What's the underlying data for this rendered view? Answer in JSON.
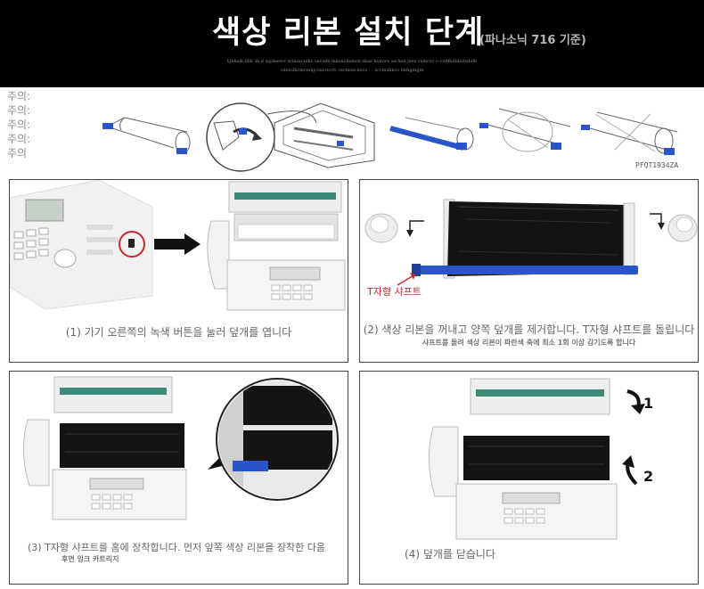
{
  "header": {
    "title": "색상 리본 설치 단계",
    "subtitle": "(파나소닉 716 기준)",
    "fine_line_1": "kjkkalk llllk sk d sajdeewz xcmsxcnlkc sacsdb mksnckxmck skae   kxmwx secksx   jxex cxmcsc o cvdfbdbbsbxbdb",
    "fine_line_2": "cdsxslkcmcmkjcoxicsccti cxcmsxcxoco , ,  xccmxkkco bbhgmgm"
  },
  "strip": {
    "notes": [
      "주의:",
      "주의:",
      "주의:",
      "주의:",
      "주의"
    ],
    "code": "PFQT1934ZA"
  },
  "panels": [
    {
      "caption": "(1) 기기 오른쪽의 녹색 버튼을 눌러 덮개를 엽니다"
    },
    {
      "caption": "(2) 색상 리본을 꺼내고 양쪽 덮개를 제거합니다. T자형 샤프트를 돌립니다",
      "subcaption": "샤프트를 돌려 색상 리본이 파란색 축에 최소 1회 이상 감기도록 합니다",
      "label": "T자형 샤프트"
    },
    {
      "caption": "(3) T자형 샤프트를 홈에 장착합니다. 먼저 앞쪽 색상 리본을 장착한 다음",
      "subcaption": "후면 잉크 카트리지"
    },
    {
      "caption": "(4) 덮개를 닫습니다",
      "step_1": "1",
      "step_2": "2"
    }
  ],
  "colors": {
    "header_bg": "#000000",
    "title": "#ffffff",
    "shaft_blue": "#2a55c8",
    "ribbon": "#141414",
    "circle_red": "#c8282d"
  }
}
